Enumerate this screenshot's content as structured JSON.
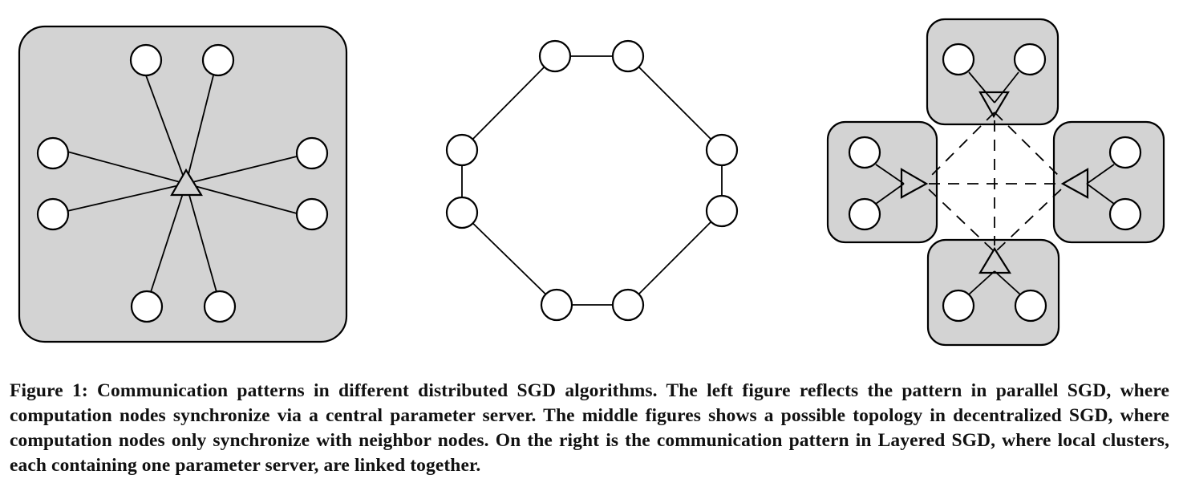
{
  "figure": {
    "panels": [
      {
        "id": "left",
        "node_icon": "circle",
        "server_icon": "triangle",
        "node_count": 8
      },
      {
        "id": "middle",
        "node_icon": "circle",
        "node_count": 8
      },
      {
        "id": "right",
        "node_icon": "circle",
        "server_icon": "triangle",
        "cluster_count": 4,
        "nodes_per_cluster": 2
      }
    ],
    "colors": {
      "box_fill": "#d3d3d3",
      "stroke": "#000000",
      "node_fill": "#ffffff"
    }
  },
  "caption": {
    "label": "Figure 1:",
    "text": "Communication patterns in different distributed SGD algorithms.  The left figure reflects the pattern in parallel SGD, where computation nodes synchronize via a central parameter server.  The middle figures shows a possible topology in decentralized SGD, where computation nodes only synchronize with neighbor nodes. On the right is the communication pattern in Layered SGD, where local clusters, each containing one parameter server, are linked together."
  }
}
